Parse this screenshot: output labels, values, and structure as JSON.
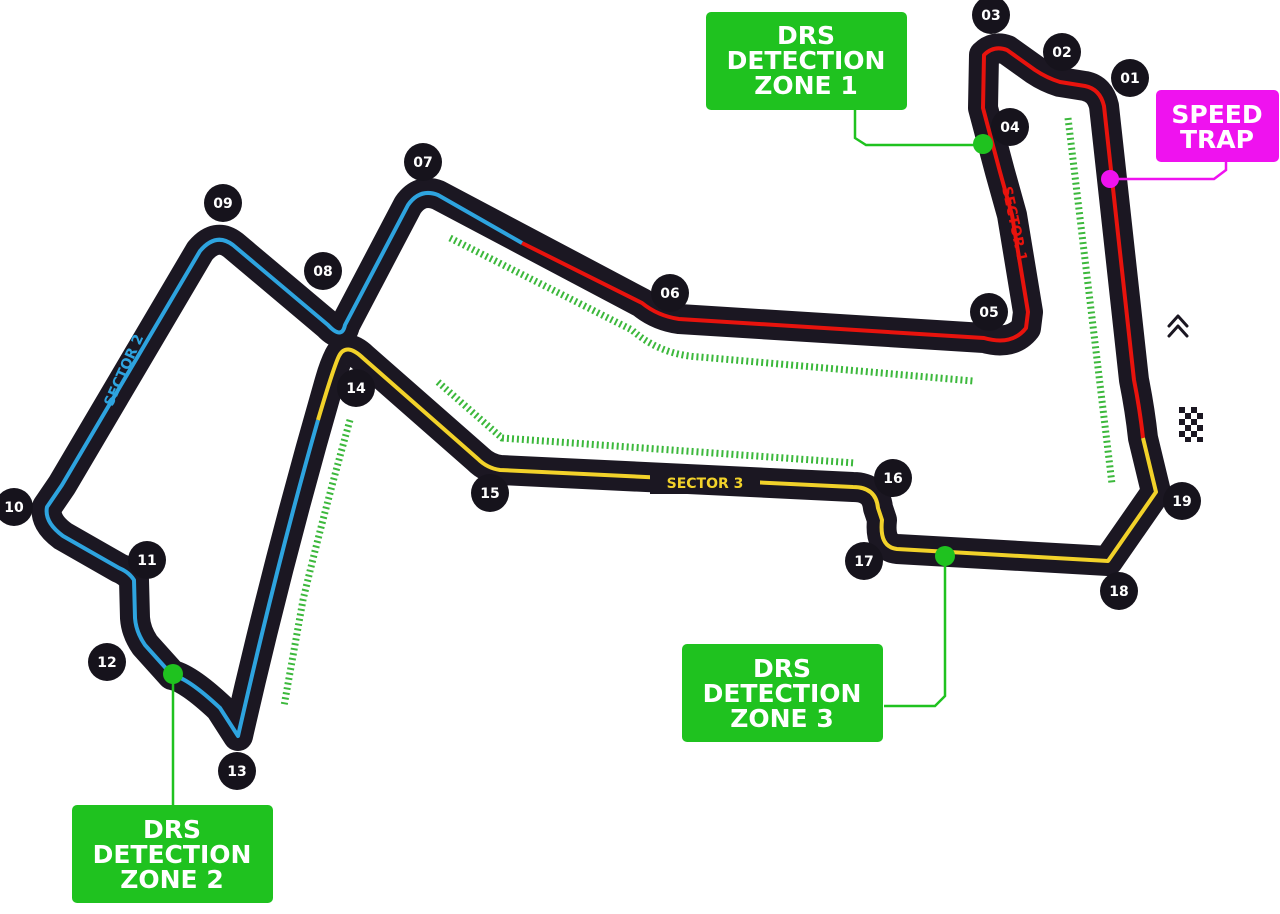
{
  "colors": {
    "track": "#1b1722",
    "sector1": "#e8130d",
    "sector2": "#2ea4df",
    "sector3": "#f2d22a",
    "drs_zone": "#3cb83c",
    "callout": "#1fc21f",
    "speed_trap": "#ef12ef",
    "corner_badge": "#16131c"
  },
  "corners": [
    "01",
    "02",
    "03",
    "04",
    "05",
    "06",
    "07",
    "08",
    "09",
    "10",
    "11",
    "12",
    "13",
    "14",
    "15",
    "16",
    "17",
    "18",
    "19"
  ],
  "sectors": {
    "sector1": "SECTOR 1",
    "sector2": "SECTOR 2",
    "sector3": "SECTOR 3"
  },
  "callouts": {
    "drs1": [
      "DRS",
      "DETECTION",
      "ZONE 1"
    ],
    "drs2": [
      "DRS",
      "DETECTION",
      "ZONE 2"
    ],
    "drs3": [
      "DRS",
      "DETECTION",
      "ZONE 3"
    ],
    "speed_trap": [
      "SPEED",
      "TRAP"
    ]
  },
  "icons": {
    "direction": "double-chevron-up-icon",
    "start_finish": "checkered-flag-icon"
  }
}
